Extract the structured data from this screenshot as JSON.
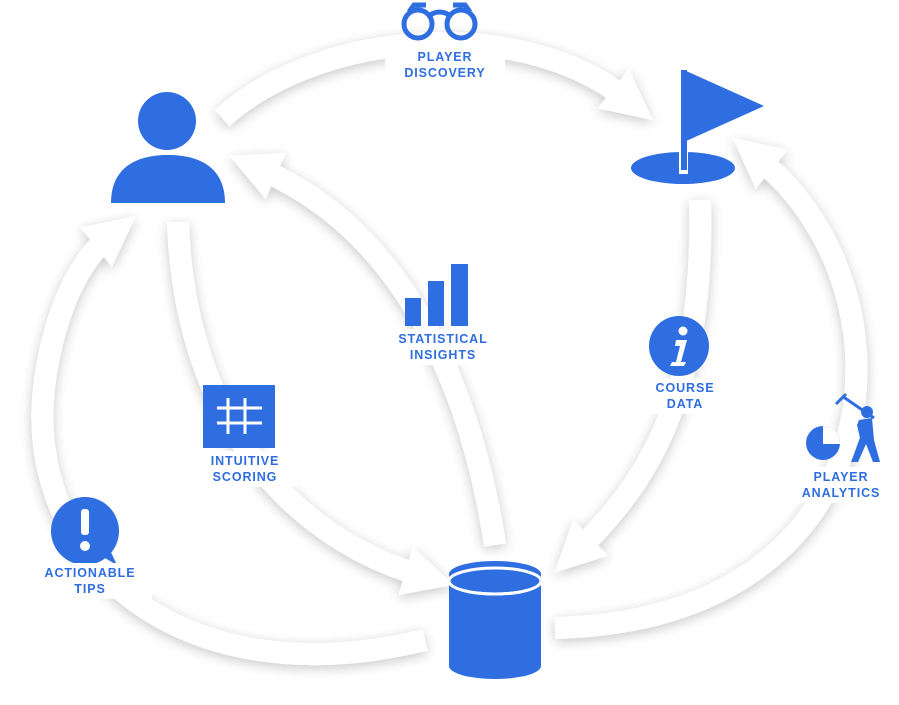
{
  "diagram": {
    "accent_color": "#2f6ee0",
    "arrow_color": "#ffffff",
    "background_color": "#ffffff",
    "nodes": {
      "player": {
        "icon": "person-icon"
      },
      "course": {
        "icon": "golf-flag-icon"
      },
      "database": {
        "icon": "database-icon"
      }
    },
    "features": {
      "player_discovery": {
        "icon": "binoculars-icon",
        "line1": "PLAYER",
        "line2": "DISCOVERY"
      },
      "statistical_insights": {
        "icon": "bar-chart-icon",
        "line1": "STATISTICAL",
        "line2": "INSIGHTS"
      },
      "course_data": {
        "icon": "info-icon",
        "line1": "COURSE",
        "line2": "DATA"
      },
      "intuitive_scoring": {
        "icon": "scorecard-icon",
        "line1": "INTUITIVE",
        "line2": "SCORING"
      },
      "player_analytics": {
        "icon": "golfer-pie-chart-icon",
        "line1": "PLAYER",
        "line2": "ANALYTICS"
      },
      "actionable_tips": {
        "icon": "alert-bubble-icon",
        "line1": "ACTIONABLE",
        "line2": "TIPS"
      }
    }
  }
}
